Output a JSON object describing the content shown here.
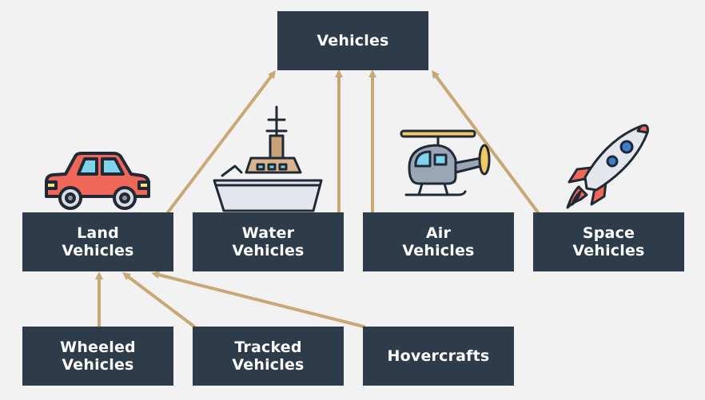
{
  "diagram": {
    "root": {
      "label": "Vehicles"
    },
    "categories": [
      {
        "line1": "Land",
        "line2": "Vehicles",
        "icon": "car-icon"
      },
      {
        "line1": "Water",
        "line2": "Vehicles",
        "icon": "ship-icon"
      },
      {
        "line1": "Air",
        "line2": "Vehicles",
        "icon": "helicopter-icon"
      },
      {
        "line1": "Space",
        "line2": "Vehicles",
        "icon": "rocket-icon"
      }
    ],
    "subcategories": [
      {
        "line1": "Wheeled",
        "line2": "Vehicles"
      },
      {
        "line1": "Tracked",
        "line2": "Vehicles"
      },
      {
        "line1": "Hovercrafts",
        "line2": ""
      }
    ]
  },
  "colors": {
    "box": "#2e3b4a",
    "arrow": "#c8a874",
    "background": "#f2f2f2"
  }
}
